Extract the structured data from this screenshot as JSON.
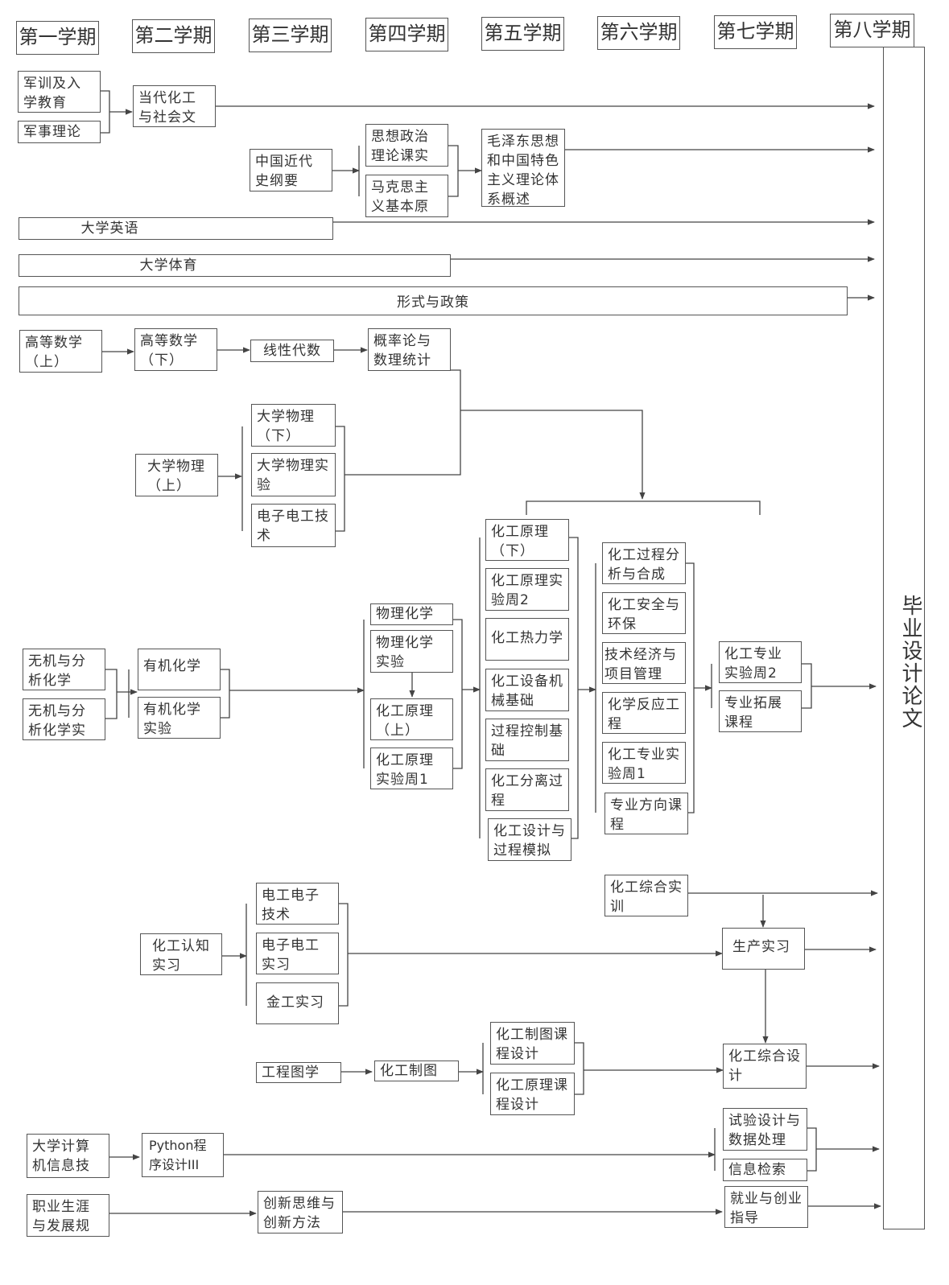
{
  "semesters": [
    "第一学期",
    "第二学期",
    "第三学期",
    "第四学期",
    "第五学期",
    "第六学期",
    "第七学期",
    "第八学期"
  ],
  "thesis": "毕业设计论文",
  "courses": {
    "military_training": "军训及入学教育",
    "military_theory": "军事理论",
    "chem_civilization": "当代化工与社会文明",
    "modern_history": "中国近代史纲要",
    "ideology_practice": "思想政治理论课实践",
    "marxism": "马克思主义基本原理",
    "mao_theory": "毛泽东思想和中国特色主义理论体系概述",
    "english": "大学英语",
    "pe": "大学体育",
    "policy": "形式与政策",
    "math_1": "高等数学（上）",
    "math_2": "高等数学（下）",
    "linear_algebra": "线性代数",
    "probability": "概率论与数理统计",
    "physics_1": "大学物理（上）",
    "physics_2": "大学物理（下）",
    "physics_lab": "大学物理实验",
    "electronics": "电子电工技术",
    "inorganic": "无机与分析化学",
    "inorganic_lab": "无机与分析化学实验",
    "organic": "有机化学",
    "organic_lab": "有机化学实验",
    "phys_chem": "物理化学",
    "phys_chem_lab": "物理化学实验",
    "chem_principle_1": "化工原理（上）",
    "principle_lab_1": "化工原理实验周1",
    "chem_principle_2": "化工原理（下）",
    "principle_lab_2": "化工原理实验周2",
    "thermodynamics": "化工热力学",
    "equipment": "化工设备机械基础",
    "process_control": "过程控制基础",
    "separation": "化工分离过程",
    "design_sim": "化工设计与过程模拟",
    "process_analysis": "化工过程分析与合成",
    "safety": "化工安全与环保",
    "tech_economics": "技术经济与项目管理",
    "reaction_eng": "化学反应工程",
    "pro_lab_1": "化工专业实验周1",
    "direction_course": "专业方向课程",
    "pro_lab_2": "化工专业实验周2",
    "extension_course": "专业拓展课程",
    "comprehensive_training": "化工综合实训",
    "cognition_practice": "化工认知实习",
    "electrical_tech": "电工电子技术",
    "electronics_practice": "电子电工实习",
    "metalwork": "金工实习",
    "production_practice": "生产实习",
    "engineering_graphics": "工程图学",
    "chem_drawing": "化工制图",
    "drawing_design": "化工制图课程设计",
    "principle_design": "化工原理课程设计",
    "comprehensive_design": "化工综合设计",
    "computer": "大学计算机信息技术",
    "python": "Python程序设计III",
    "experiment_design": "试验设计与数据处理",
    "info_retrieval": "信息检索",
    "career": "职业生涯与发展规划",
    "innovation": "创新思维与创新方法",
    "employment": "就业与创业指导"
  }
}
